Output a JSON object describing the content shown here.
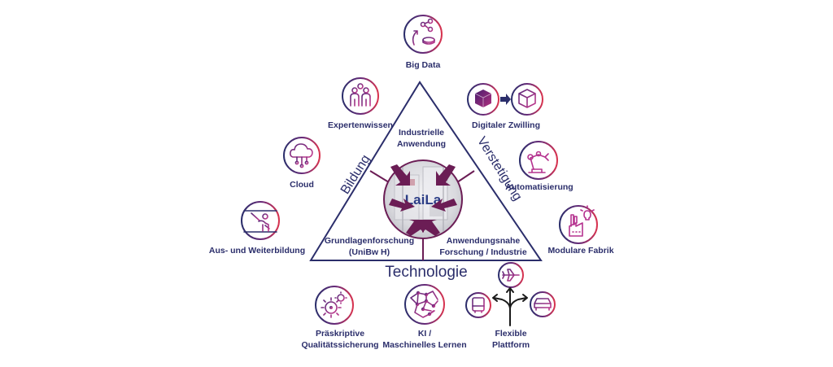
{
  "center": {
    "label": "LaiLa"
  },
  "triangle": {
    "corners": {
      "top": {
        "label_line1": "Industrielle",
        "label_line2": "Anwendung"
      },
      "bottom_left": {
        "label_line1": "Grundlagenforschung",
        "label_line2": "(UniBw H)"
      },
      "bottom_right": {
        "label_line1": "Anwendungsnahe",
        "label_line2": "Forschung / Industrie"
      }
    },
    "edges": {
      "left": "Bildung",
      "right": "Verstetigung",
      "bottom": "Technologie"
    }
  },
  "nodes": {
    "big_data": {
      "label": "Big Data",
      "icon": "big-data-icon"
    },
    "expertenwissen": {
      "label": "Expertenwissen",
      "icon": "experts-icon"
    },
    "cloud": {
      "label": "Cloud",
      "icon": "cloud-icon"
    },
    "weiterbildung": {
      "label": "Aus- und Weiterbildung",
      "icon": "teacher-icon"
    },
    "digitaler_zwilling": {
      "label": "Digitaler Zwilling",
      "icon": "digital-twin-icon"
    },
    "automatisierung": {
      "label": "Automatisierung",
      "icon": "robot-arm-icon"
    },
    "modulare_fabrik": {
      "label": "Modulare Fabrik",
      "icon": "factory-icon"
    },
    "qualitaet": {
      "label_line1": "Präskriptive",
      "label_line2": "Qualitätssicherung",
      "icon": "gears-icon"
    },
    "ki": {
      "label_line1": "KI /",
      "label_line2": "Maschinelles Lernen",
      "icon": "neural-network-icon"
    },
    "plattform": {
      "label_line1": "Flexible",
      "label_line2": "Plattform",
      "icons": [
        "airplane-icon",
        "bus-icon",
        "car-icon"
      ]
    }
  },
  "colors": {
    "navy": "#2b2e6b",
    "magenta": "#c2306b",
    "purple": "#6a1f5e",
    "arrow": "#6b1d55"
  }
}
